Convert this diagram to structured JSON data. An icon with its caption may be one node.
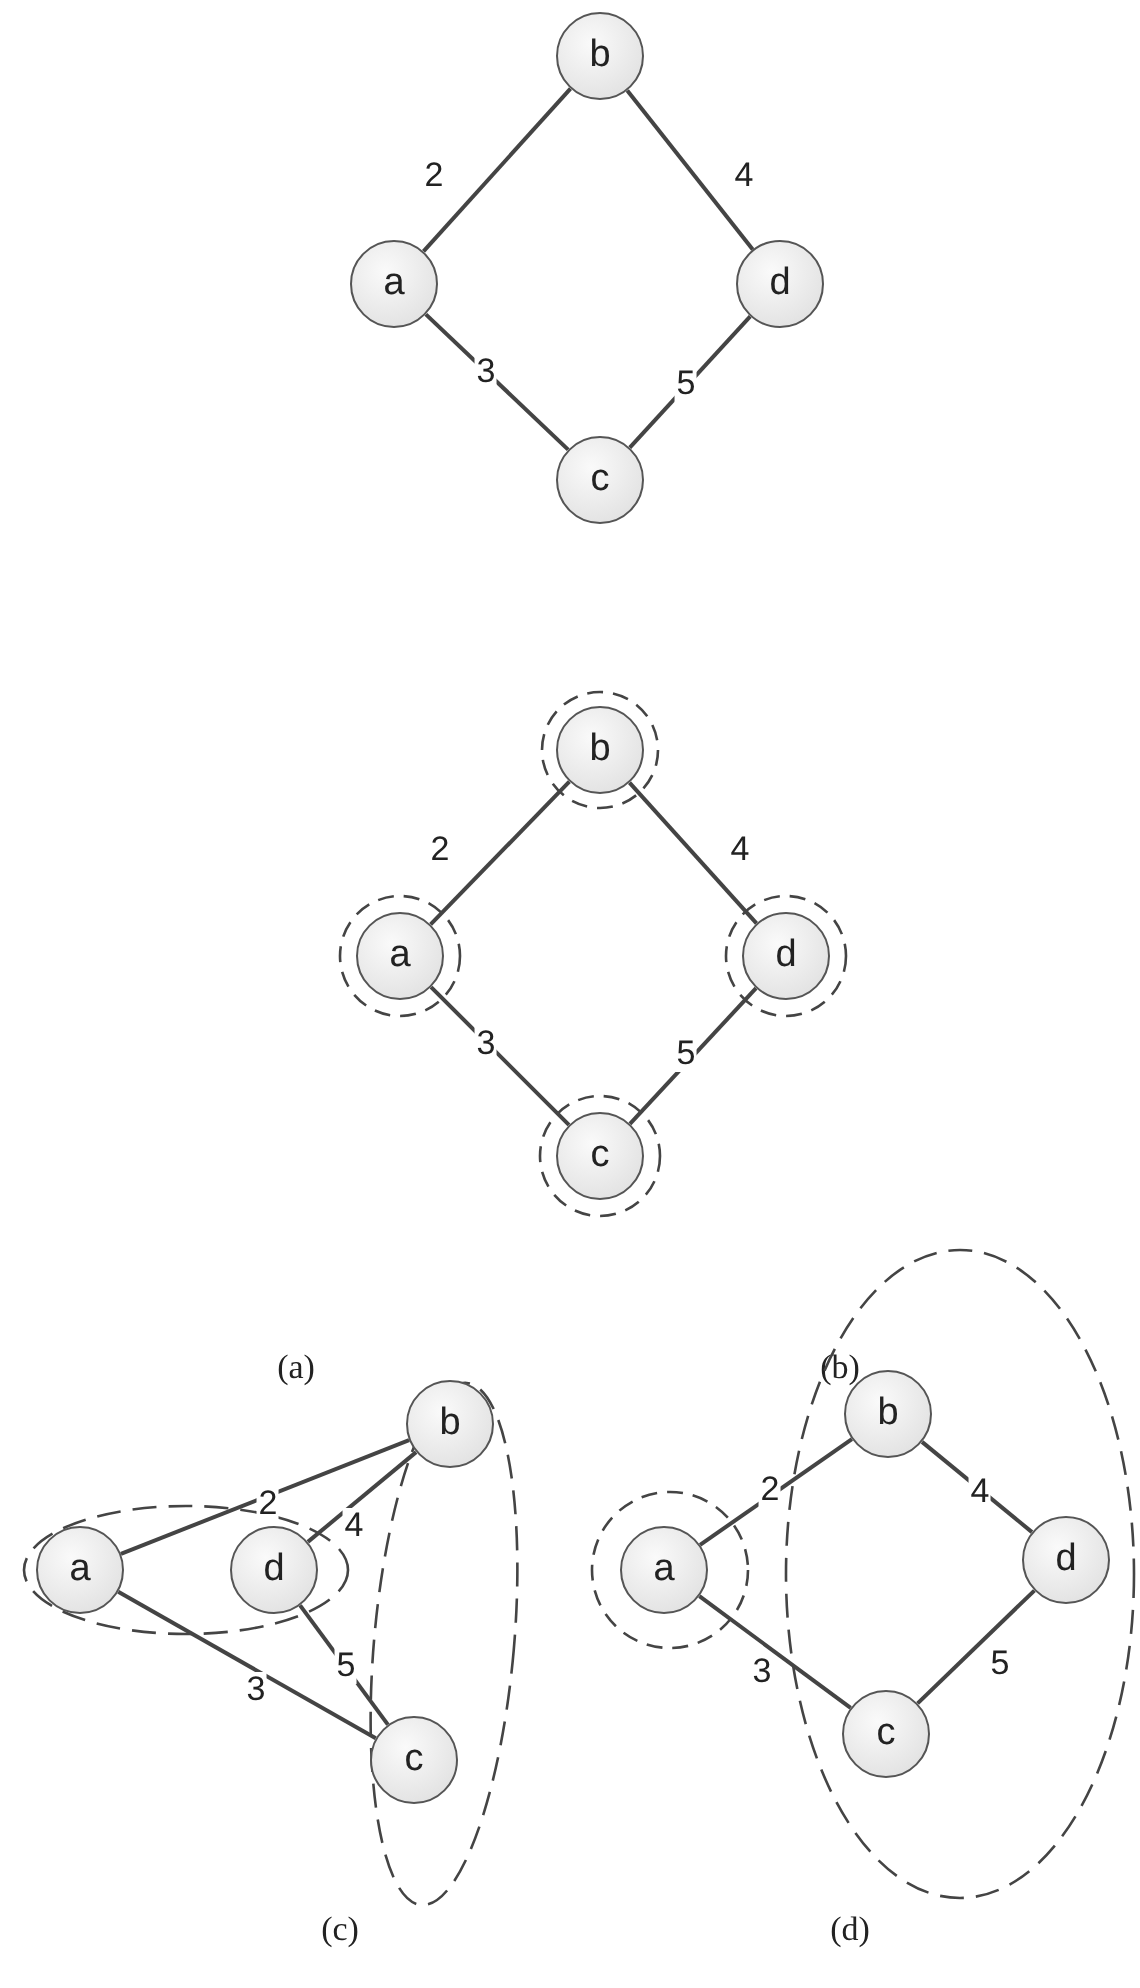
{
  "diagram": {
    "nodes": [
      {
        "text": [
          "b"
        ]
      },
      {
        "text": [
          "a"
        ]
      },
      {
        "text": [
          "d"
        ]
      },
      {
        "text": [
          "c"
        ]
      },
      {
        "text": [],
        "shape": "circle"
      },
      {
        "text": [
          "b"
        ],
        "in": 4
      },
      {
        "text": [],
        "shape": "circle"
      },
      {
        "text": [
          "a"
        ],
        "in": 6
      },
      {
        "text": [],
        "shape": "circle"
      },
      {
        "text": [
          "d"
        ],
        "in": 8
      },
      {
        "text": [],
        "shape": "circle"
      },
      {
        "text": [
          "c"
        ],
        "in": 10
      },
      {
        "text": [],
        "shape": "ellipse"
      },
      {
        "text": [
          "b"
        ],
        "in": 12
      },
      {
        "text": [],
        "shape": "ellipse"
      },
      {
        "text": [
          "a"
        ],
        "in": 14
      },
      {
        "text": [
          "d"
        ],
        "in": 14
      },
      {
        "text": [
          "c"
        ],
        "in": 12
      },
      {
        "text": [],
        "shape": "ellipse"
      },
      {
        "text": [
          "b"
        ],
        "in": 18
      },
      {
        "text": [],
        "shape": "circle"
      },
      {
        "text": [
          "a"
        ],
        "in": 20
      },
      {
        "text": [
          "d"
        ],
        "in": 18
      },
      {
        "text": [
          "c"
        ],
        "in": 18
      }
    ],
    "edges": [
      {
        "from": 1,
        "to": 0,
        "arrow": "none",
        "label": "2"
      },
      {
        "from": 0,
        "to": 2,
        "arrow": "none",
        "label": "4"
      },
      {
        "from": 1,
        "to": 3,
        "arrow": "none",
        "label": "3"
      },
      {
        "from": 2,
        "to": 3,
        "arrow": "none",
        "label": "5"
      },
      {
        "from": 7,
        "to": 5,
        "arrow": "none",
        "label": "2"
      },
      {
        "from": 5,
        "to": 9,
        "arrow": "none",
        "label": "4"
      },
      {
        "from": 7,
        "to": 11,
        "arrow": "none",
        "label": "3"
      },
      {
        "from": 9,
        "to": 11,
        "arrow": "none",
        "label": "5"
      },
      {
        "from": 15,
        "to": 13,
        "arrow": "none",
        "label": "2"
      },
      {
        "from": 16,
        "to": 13,
        "arrow": "none",
        "label": "4"
      },
      {
        "from": 15,
        "to": 17,
        "arrow": "none",
        "label": "3"
      },
      {
        "from": 16,
        "to": 17,
        "arrow": "none",
        "label": "5"
      },
      {
        "from": 21,
        "to": 19,
        "arrow": "none",
        "label": "2"
      },
      {
        "from": 19,
        "to": 22,
        "arrow": "none",
        "label": "4"
      },
      {
        "from": 21,
        "to": 23,
        "arrow": "none",
        "label": "3"
      },
      {
        "from": 23,
        "to": 22,
        "arrow": "none",
        "label": "5"
      }
    ],
    "labels": [
      "(a)",
      "(b)",
      "(c)",
      "(d)"
    ]
  }
}
